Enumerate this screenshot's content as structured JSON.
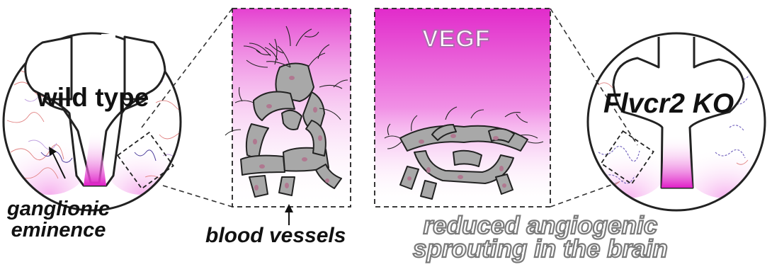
{
  "labels": {
    "wild_type": "wild type",
    "knockout": "Flvcr2 KO",
    "ganglionic_line1": "ganglionic",
    "ganglionic_line2": "eminence",
    "blood_vessels": "blood vessels",
    "vegf": "VEGF",
    "result_line1": "reduced angiogenic",
    "result_line2": "sprouting in the brain"
  },
  "colors": {
    "outline": "#222222",
    "gradient_magenta": "#e020c8",
    "vessel_fill": "#a8a8a8",
    "nucleus": "#b07890",
    "capillary_red": "#e08080",
    "capillary_blue": "#4a3a9a",
    "vegf_text_stroke": "#b06ab0",
    "result_text_stroke": "#7a7a7a"
  }
}
